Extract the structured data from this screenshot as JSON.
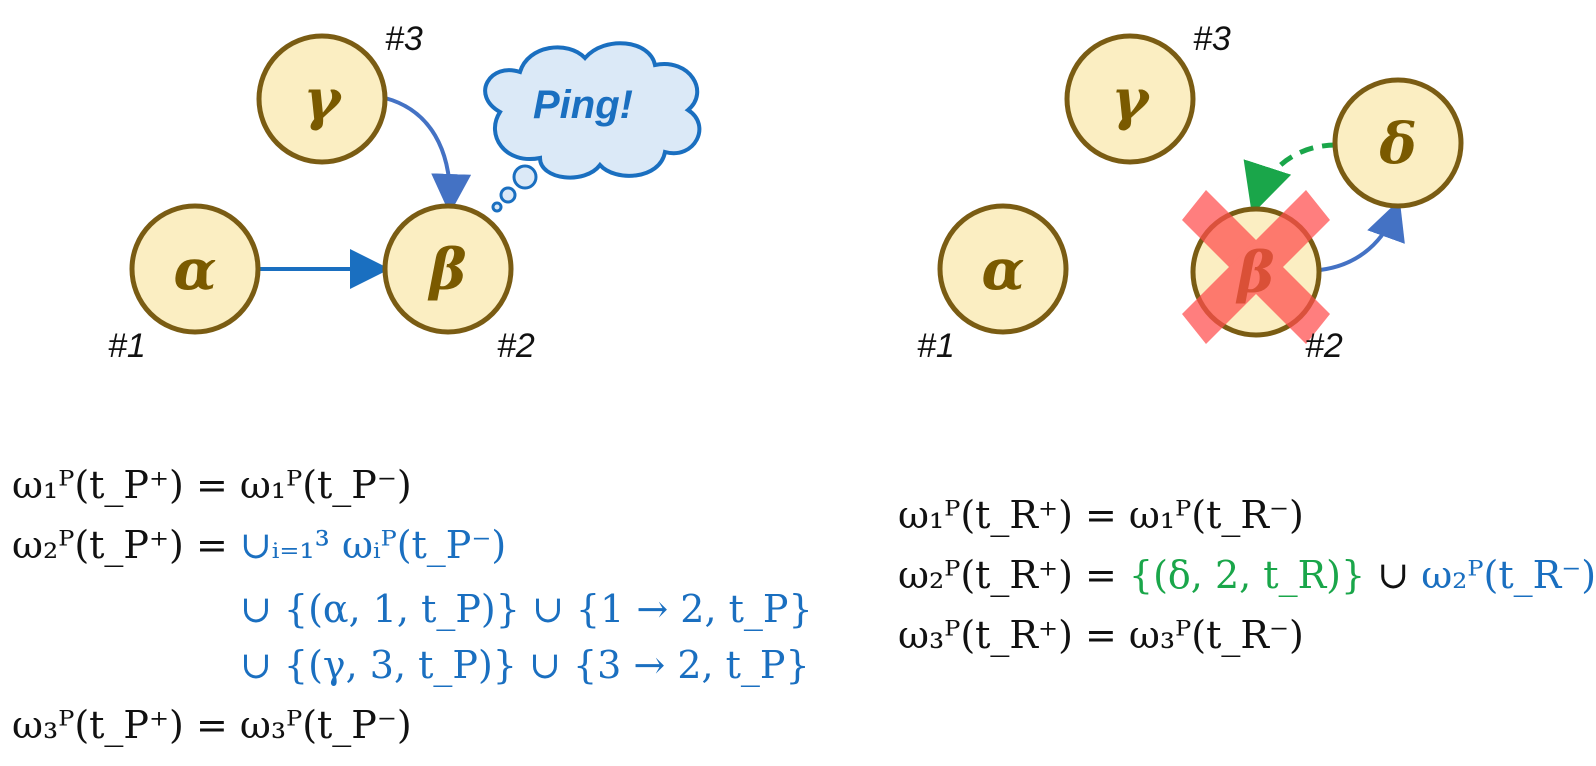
{
  "left": {
    "nodes": {
      "alpha": "α",
      "beta": "β",
      "gamma": "γ"
    },
    "numbers": {
      "n1": "#1",
      "n2": "#2",
      "n3": "#3"
    },
    "bubble": "Ping!"
  },
  "right": {
    "nodes": {
      "alpha": "α",
      "beta": "β",
      "gamma": "γ",
      "delta": "δ"
    },
    "numbers": {
      "n1": "#1",
      "n2": "#2",
      "n3": "#3"
    }
  },
  "colors": {
    "node_fill": "#fbeec2",
    "node_stroke": "#7a5c13",
    "arrow_blue": "#4472c4",
    "arrow_green": "#1aa64a",
    "cross_red": "#ff4d4d",
    "bubble_fill": "#dbe9f7",
    "text_blue": "#1a6fc0"
  },
  "equations_left": {
    "l1": "ω₁ᴾ(t_P⁺) = ω₁ᴾ(t_P⁻)",
    "l2": "ω₂ᴾ(t_P⁺) = ∪ᵢ₌₁³ ωᵢᴾ(t_P⁻)",
    "l3": "∪ {(α, 1, t_P)} ∪ {1 → 2, t_P}",
    "l4": "∪ {(γ, 3, t_P)} ∪ {3 → 2, t_P}",
    "l5": "ω₃ᴾ(t_P⁺) = ω₃ᴾ(t_P⁻)"
  },
  "equations_right": {
    "r1": "ω₁ᴾ(t_R⁺) = ω₁ᴾ(t_R⁻)",
    "r2": "ω₂ᴾ(t_R⁺) = {(δ, 2, t_R)} ∪ ω₂ᴾ(t_R⁻)",
    "r3": "ω₃ᴾ(t_R⁺) = ω₃ᴾ(t_R⁻)"
  }
}
